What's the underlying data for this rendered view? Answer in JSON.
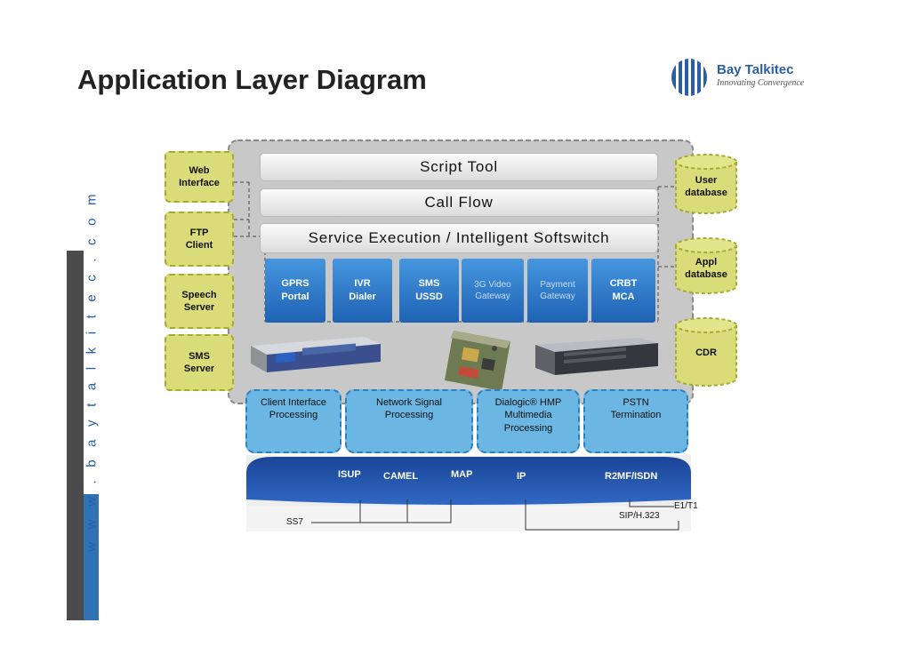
{
  "title": "Application Layer Diagram",
  "website": "w w w . b a y t a l k i t e c . c o m",
  "logo": {
    "name": "Bay Talkitec",
    "tagline": "Innovating Convergence"
  },
  "left_boxes": [
    "Web Interface",
    "FTP Client",
    "Speech Server",
    "SMS Server"
  ],
  "bars": [
    "Script Tool",
    "Call Flow",
    "Service Execution / Intelligent Softswitch"
  ],
  "modules": [
    {
      "label": "GPRS Portal",
      "light": false
    },
    {
      "label": "IVR Dialer",
      "light": false
    },
    {
      "label": "SMS USSD",
      "light": false
    },
    {
      "label": "3G Video Gateway",
      "light": true
    },
    {
      "label": "Payment Gateway",
      "light": true
    },
    {
      "label": "CRBT MCA",
      "light": false
    }
  ],
  "databases": [
    "User database",
    "Appl database",
    "CDR"
  ],
  "processing": [
    "Client Interface Processing",
    "Network Signal Processing",
    "Dialogic® HMP Multimedia Processing",
    "PSTN Termination"
  ],
  "protocols": [
    "ISUP",
    "CAMEL",
    "MAP",
    "IP",
    "R2MF/ISDN"
  ],
  "links": {
    "ss7": "SS7",
    "sip": "SIP/H.323",
    "e1": "E1/T1"
  },
  "colors": {
    "accent_blue": "#2a5fa8",
    "module_blue": "#2a74c6",
    "yellow_box": "#d9dc78",
    "processing_blue": "#6bb6e3",
    "network_band": "#1f4fa6"
  }
}
